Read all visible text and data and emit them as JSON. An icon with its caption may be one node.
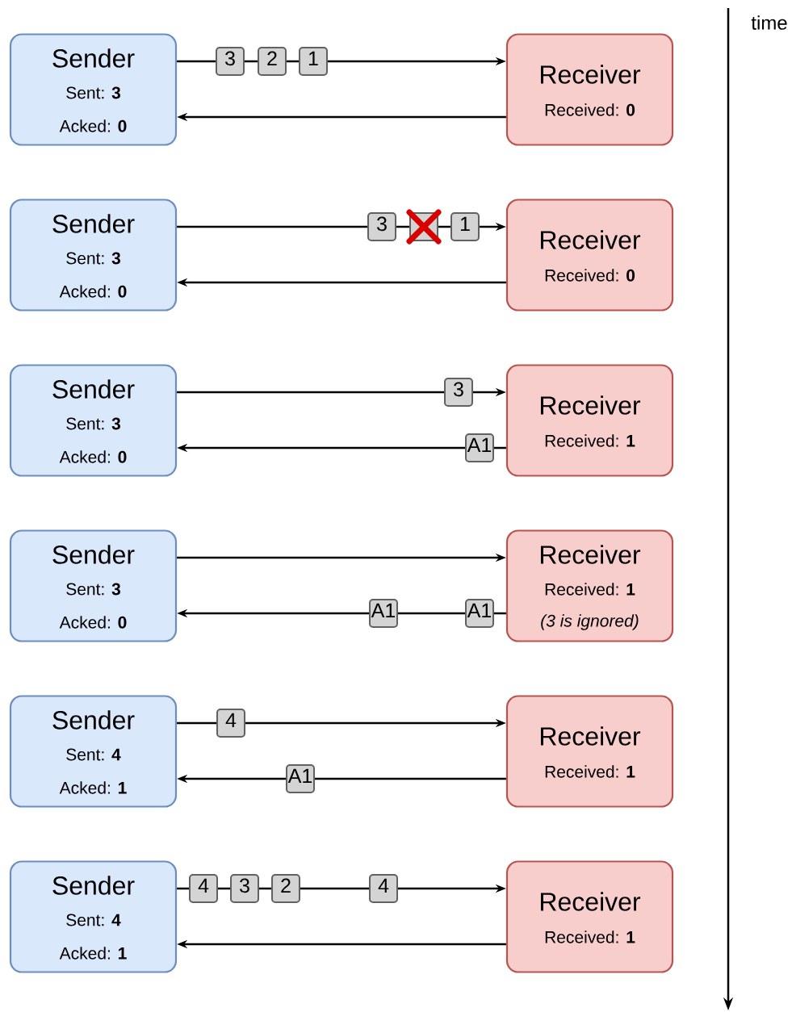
{
  "diagram": {
    "nodes": [
      {
        "text": [
          "Sender",
          "Sent: **3**",
          "Acked: **0**"
        ]
      },
      {
        "text": [
          "Receiver",
          "Received: **0**"
        ]
      },
      {
        "text": [
          "3"
        ]
      },
      {
        "text": [
          "2"
        ]
      },
      {
        "text": [
          "1"
        ]
      },
      {
        "text": [
          "Sender",
          "Sent: **3**",
          "Acked: **0**"
        ]
      },
      {
        "text": [
          "Receiver",
          "Received: **0**"
        ]
      },
      {
        "text": [
          "3"
        ]
      },
      {
        "text": [],
        "shape": "box"
      },
      {
        "text": [
          "1"
        ]
      },
      {
        "text": [
          "Sender",
          "Sent: **3**",
          "Acked: **0**"
        ]
      },
      {
        "text": [
          "Receiver",
          "Received: **1**"
        ]
      },
      {
        "text": [
          "3"
        ]
      },
      {
        "text": [
          "A1"
        ]
      },
      {
        "text": [
          "Sender",
          "Sent: **3**",
          "Acked: **0**"
        ]
      },
      {
        "text": [
          "Receiver",
          "Received: **1**",
          "(3 is ignored)"
        ]
      },
      {
        "text": [
          "A1"
        ]
      },
      {
        "text": [
          "A1"
        ]
      },
      {
        "text": [
          "Sender",
          "Sent: **4**",
          "Acked: **1**"
        ]
      },
      {
        "text": [
          "Receiver",
          "Received: **1**"
        ]
      },
      {
        "text": [
          "4"
        ]
      },
      {
        "text": [
          "A1"
        ]
      },
      {
        "text": [
          "Sender",
          "Sent: **4**",
          "Acked: **1**"
        ]
      },
      {
        "text": [
          "Receiver",
          "Received: **1**"
        ]
      },
      {
        "text": [
          "4"
        ]
      },
      {
        "text": [
          "3"
        ]
      },
      {
        "text": [
          "2"
        ]
      },
      {
        "text": [
          "4"
        ]
      }
    ],
    "edges": [
      {
        "from": 0,
        "to": 2,
        "arrow": "none"
      },
      {
        "from": 2,
        "to": 3,
        "arrow": "none"
      },
      {
        "from": 3,
        "to": 4,
        "arrow": "none"
      },
      {
        "from": 4,
        "to": 1,
        "arrow": "to"
      },
      {
        "from": 1,
        "to": 0,
        "arrow": "to"
      },
      {
        "from": 5,
        "to": 7,
        "arrow": "none"
      },
      {
        "from": 7,
        "to": 8,
        "arrow": "none"
      },
      {
        "from": 8,
        "to": 9,
        "arrow": "none"
      },
      {
        "from": 9,
        "to": 6,
        "arrow": "to"
      },
      {
        "from": 6,
        "to": 5,
        "arrow": "to"
      },
      {
        "from": 10,
        "to": 12,
        "arrow": "none"
      },
      {
        "from": 12,
        "to": 11,
        "arrow": "to"
      },
      {
        "from": 11,
        "to": 13,
        "arrow": "none"
      },
      {
        "from": 13,
        "to": 10,
        "arrow": "to"
      },
      {
        "from": 14,
        "to": 15,
        "arrow": "to"
      },
      {
        "from": 15,
        "to": 17,
        "arrow": "none"
      },
      {
        "from": 17,
        "to": 16,
        "arrow": "none"
      },
      {
        "from": 16,
        "to": 14,
        "arrow": "to"
      },
      {
        "from": 18,
        "to": 20,
        "arrow": "none"
      },
      {
        "from": 20,
        "to": 19,
        "arrow": "to"
      },
      {
        "from": 19,
        "to": 21,
        "arrow": "none"
      },
      {
        "from": 21,
        "to": 18,
        "arrow": "to"
      },
      {
        "from": 22,
        "to": 24,
        "arrow": "none"
      },
      {
        "from": 24,
        "to": 25,
        "arrow": "none"
      },
      {
        "from": 25,
        "to": 26,
        "arrow": "none"
      },
      {
        "from": 26,
        "to": 27,
        "arrow": "none"
      },
      {
        "from": 27,
        "to": 23,
        "arrow": "to"
      },
      {
        "from": 23,
        "to": 22,
        "arrow": "to"
      }
    ],
    "labels": [
      "time"
    ]
  }
}
